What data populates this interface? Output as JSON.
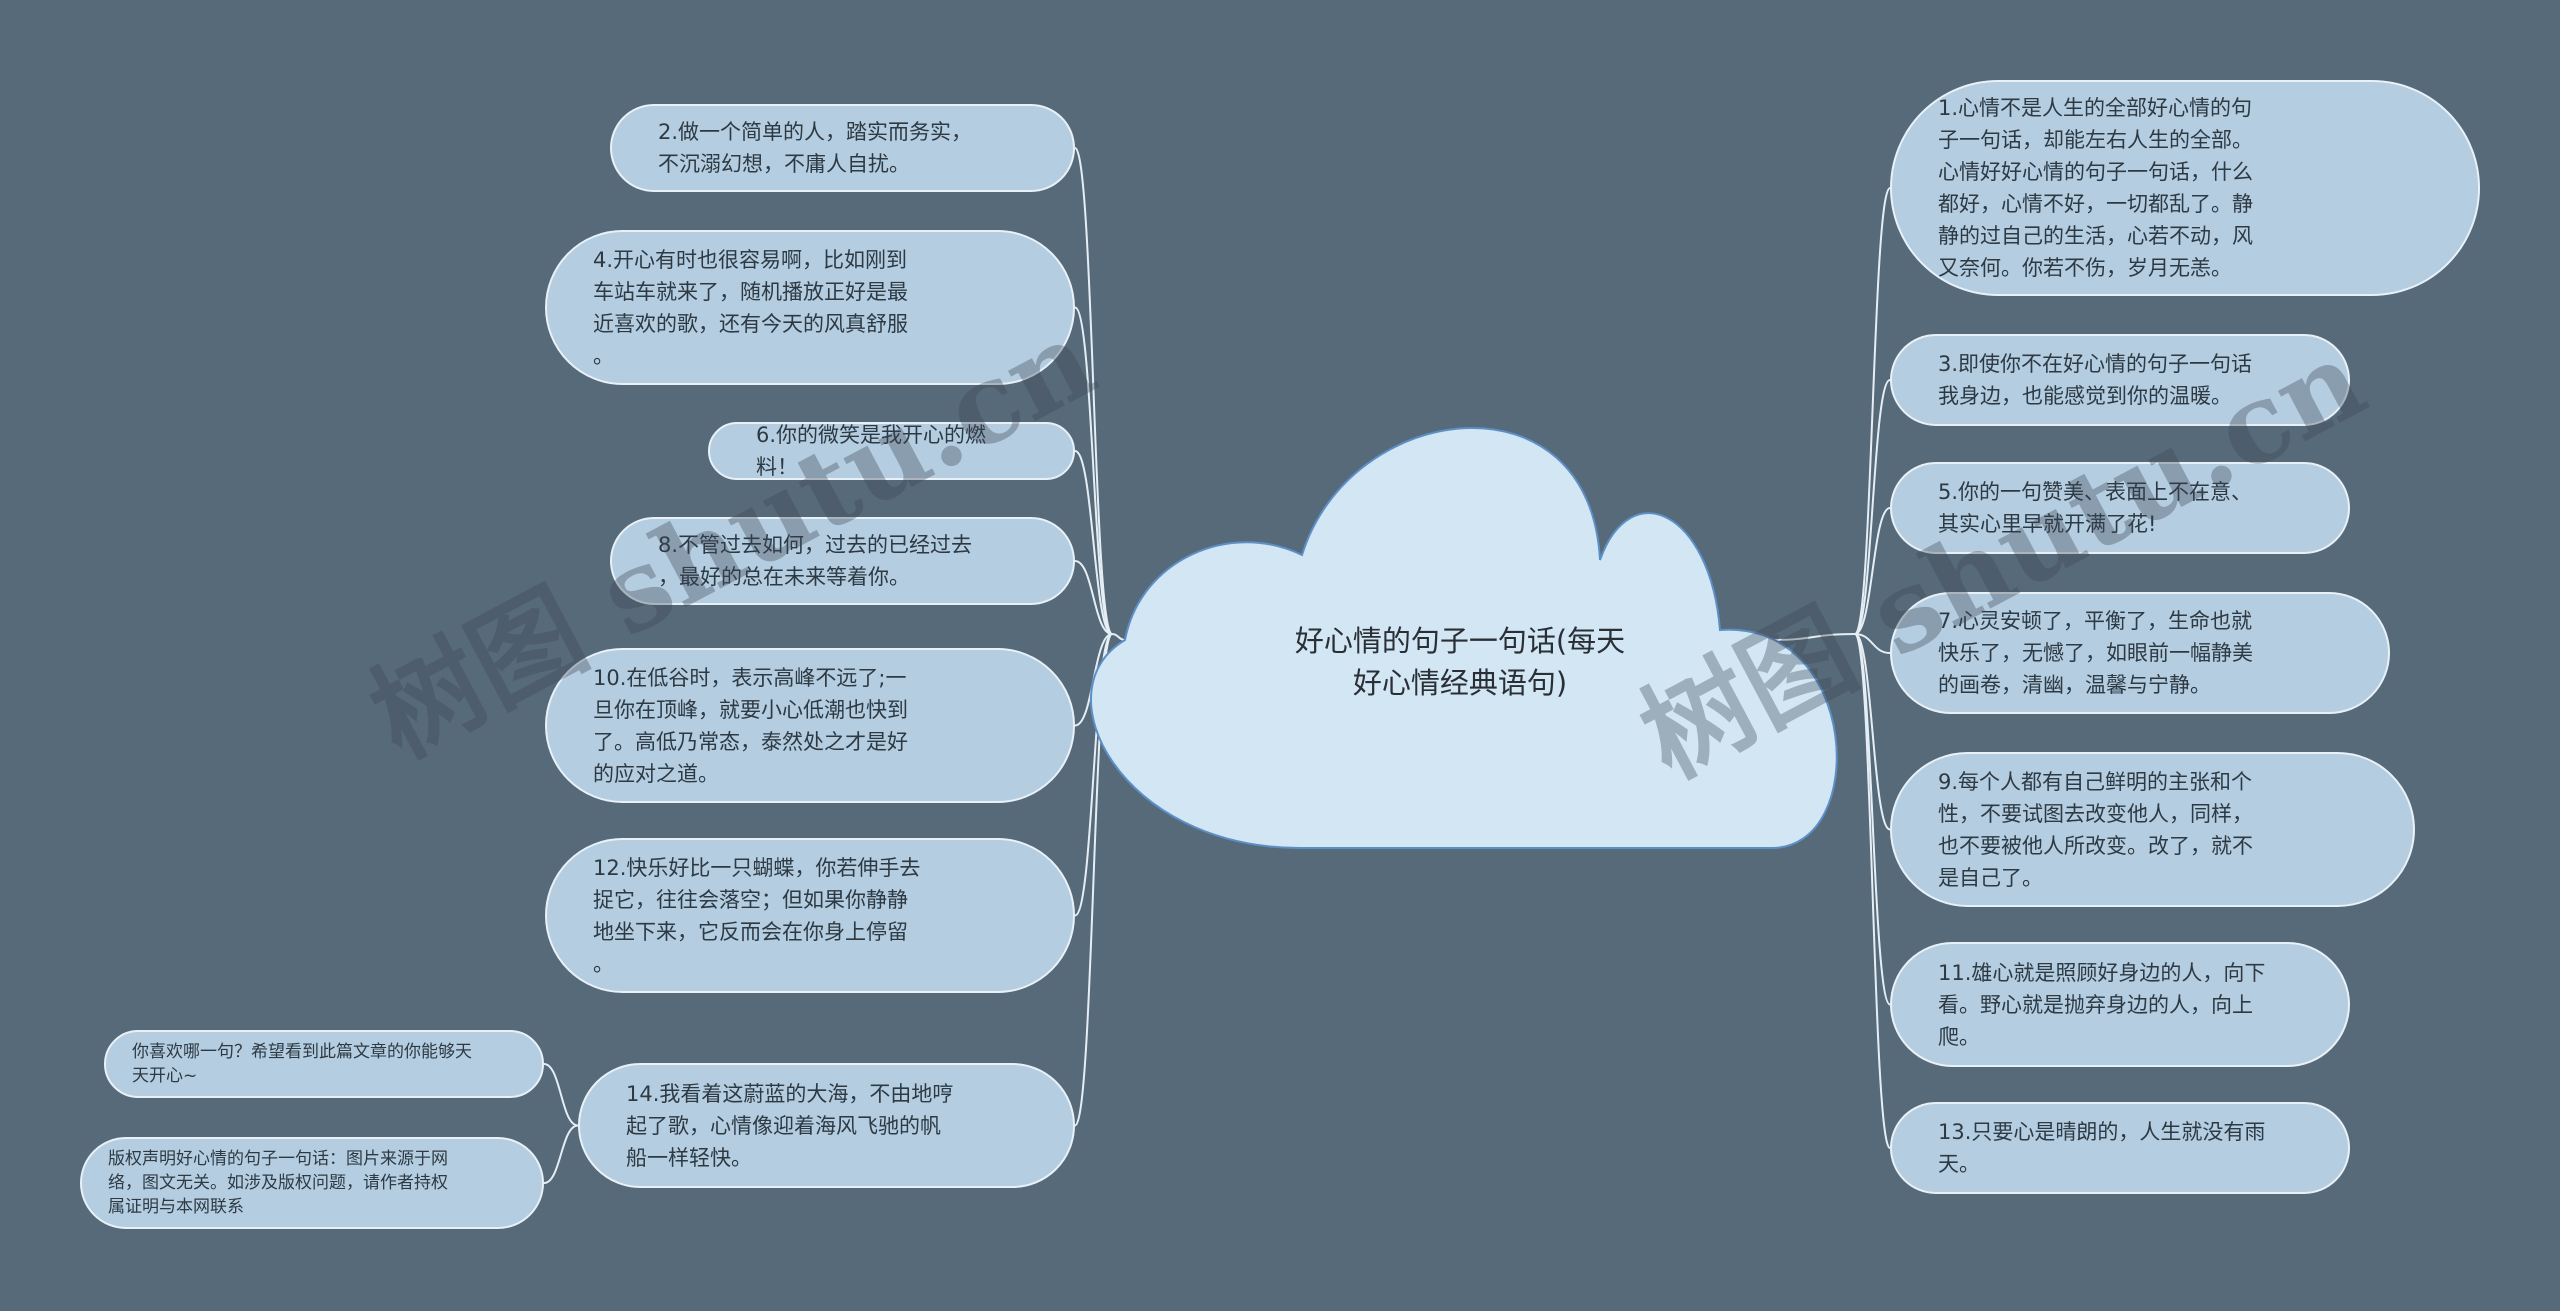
{
  "center": {
    "label": "好心情的句子一句话(每天\n好心情经典语句)"
  },
  "left_nodes": [
    {
      "id": "l2",
      "text": "2.做一个简单的人，踏实而务实，\n不沉溺幻想，不庸人自扰。"
    },
    {
      "id": "l4",
      "text": "4.开心有时也很容易啊，比如刚到\n车站车就来了，随机播放正好是最\n近喜欢的歌，还有今天的风真舒服\n。"
    },
    {
      "id": "l6",
      "text": "6.你的微笑是我开心的燃料！"
    },
    {
      "id": "l8",
      "text": "8.不管过去如何，过去的已经过去\n，最好的总在未来等着你。"
    },
    {
      "id": "l10",
      "text": "10.在低谷时，表示高峰不远了;一\n旦你在顶峰，就要小心低潮也快到\n了。高低乃常态，泰然处之才是好\n的应对之道。"
    },
    {
      "id": "l12",
      "text": "12.快乐好比一只蝴蝶，你若伸手去\n捉它，往往会落空；但如果你静静\n地坐下来，它反而会在你身上停留\n。"
    },
    {
      "id": "l14",
      "text": "14.我看着这蔚蓝的大海，不由地哼\n起了歌，心情像迎着海风飞驰的帆\n船一样轻快。"
    }
  ],
  "sub_nodes": [
    {
      "id": "s1",
      "text": "你喜欢哪一句？希望看到此篇文章的你能够天\n天开心~"
    },
    {
      "id": "s2",
      "text": "版权声明好心情的句子一句话：图片来源于网\n络，图文无关。如涉及版权问题，请作者持权\n属证明与本网联系"
    }
  ],
  "right_nodes": [
    {
      "id": "r1",
      "text": "1.心情不是人生的全部好心情的句\n子一句话，却能左右人生的全部。\n心情好好心情的句子一句话，什么\n都好，心情不好，一切都乱了。静\n静的过自己的生活，心若不动，风\n又奈何。你若不伤，岁月无恙。"
    },
    {
      "id": "r3",
      "text": "3.即使你不在好心情的句子一句话\n我身边，也能感觉到你的温暖。"
    },
    {
      "id": "r5",
      "text": "5.你的一句赞美、表面上不在意、\n其实心里早就开满了花!"
    },
    {
      "id": "r7",
      "text": "7.心灵安顿了，平衡了，生命也就\n快乐了，无憾了，如眼前一幅静美\n的画卷，清幽，温馨与宁静。"
    },
    {
      "id": "r9",
      "text": "9.每个人都有自己鲜明的主张和个\n性，不要试图去改变他人，同样，\n也不要被他人所改变。改了，就不\n是自己了。"
    },
    {
      "id": "r11",
      "text": "11.雄心就是照顾好身边的人，向下\n看。野心就是抛弃身边的人，向上\n爬。"
    },
    {
      "id": "r13",
      "text": "13.只要心是晴朗的，人生就没有雨\n天。"
    }
  ],
  "colors": {
    "background": "#566a7a",
    "node_fill": "#b4cde0",
    "node_border": "#e8f1f8",
    "center_fill": "#d2e6f4",
    "center_border": "#5c8fc6",
    "connector": "#e6eef5"
  }
}
